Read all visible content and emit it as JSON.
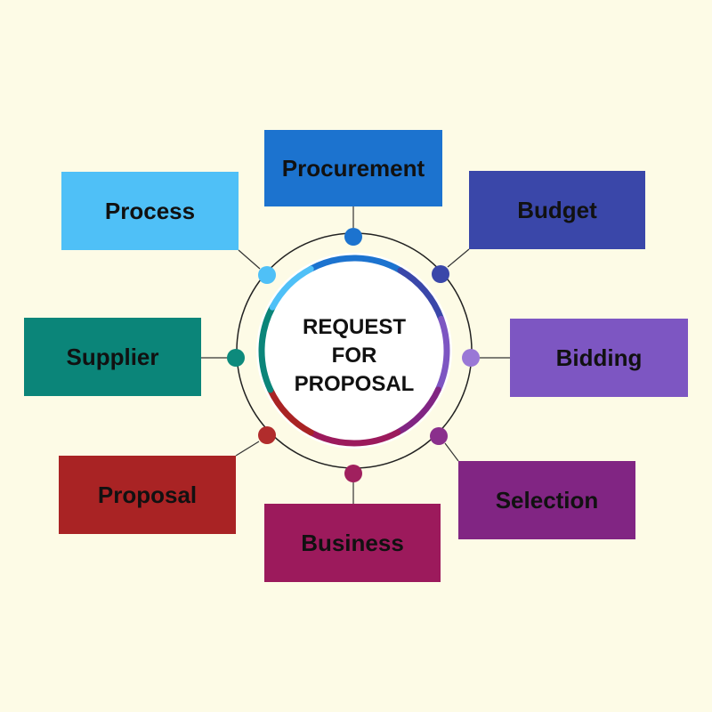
{
  "center": {
    "lines": [
      "REQUEST",
      "FOR",
      "PROPOSAL"
    ]
  },
  "nodes": [
    {
      "id": "procurement",
      "label": "Procurement",
      "color": "#1c73cf",
      "dot_color": "#1c73cf"
    },
    {
      "id": "budget",
      "label": "Budget",
      "color": "#3a47a9",
      "dot_color": "#3a47a9"
    },
    {
      "id": "bidding",
      "label": "Bidding",
      "color": "#7d56c2",
      "dot_color": "#9a78d6"
    },
    {
      "id": "selection",
      "label": "Selection",
      "color": "#812583",
      "dot_color": "#8a2f8c"
    },
    {
      "id": "business",
      "label": "Business",
      "color": "#9c1a5c",
      "dot_color": "#a0205e"
    },
    {
      "id": "proposal",
      "label": "Proposal",
      "color": "#a92324",
      "dot_color": "#b12c2c"
    },
    {
      "id": "supplier",
      "label": "Supplier",
      "color": "#0b8579",
      "dot_color": "#0d8a7c"
    },
    {
      "id": "process",
      "label": "Process",
      "color": "#4fc0f7",
      "dot_color": "#4fc0f7"
    }
  ],
  "colors": {
    "background": "#fdfbe6",
    "outer_ring": "#222222",
    "connector": "#333333"
  }
}
